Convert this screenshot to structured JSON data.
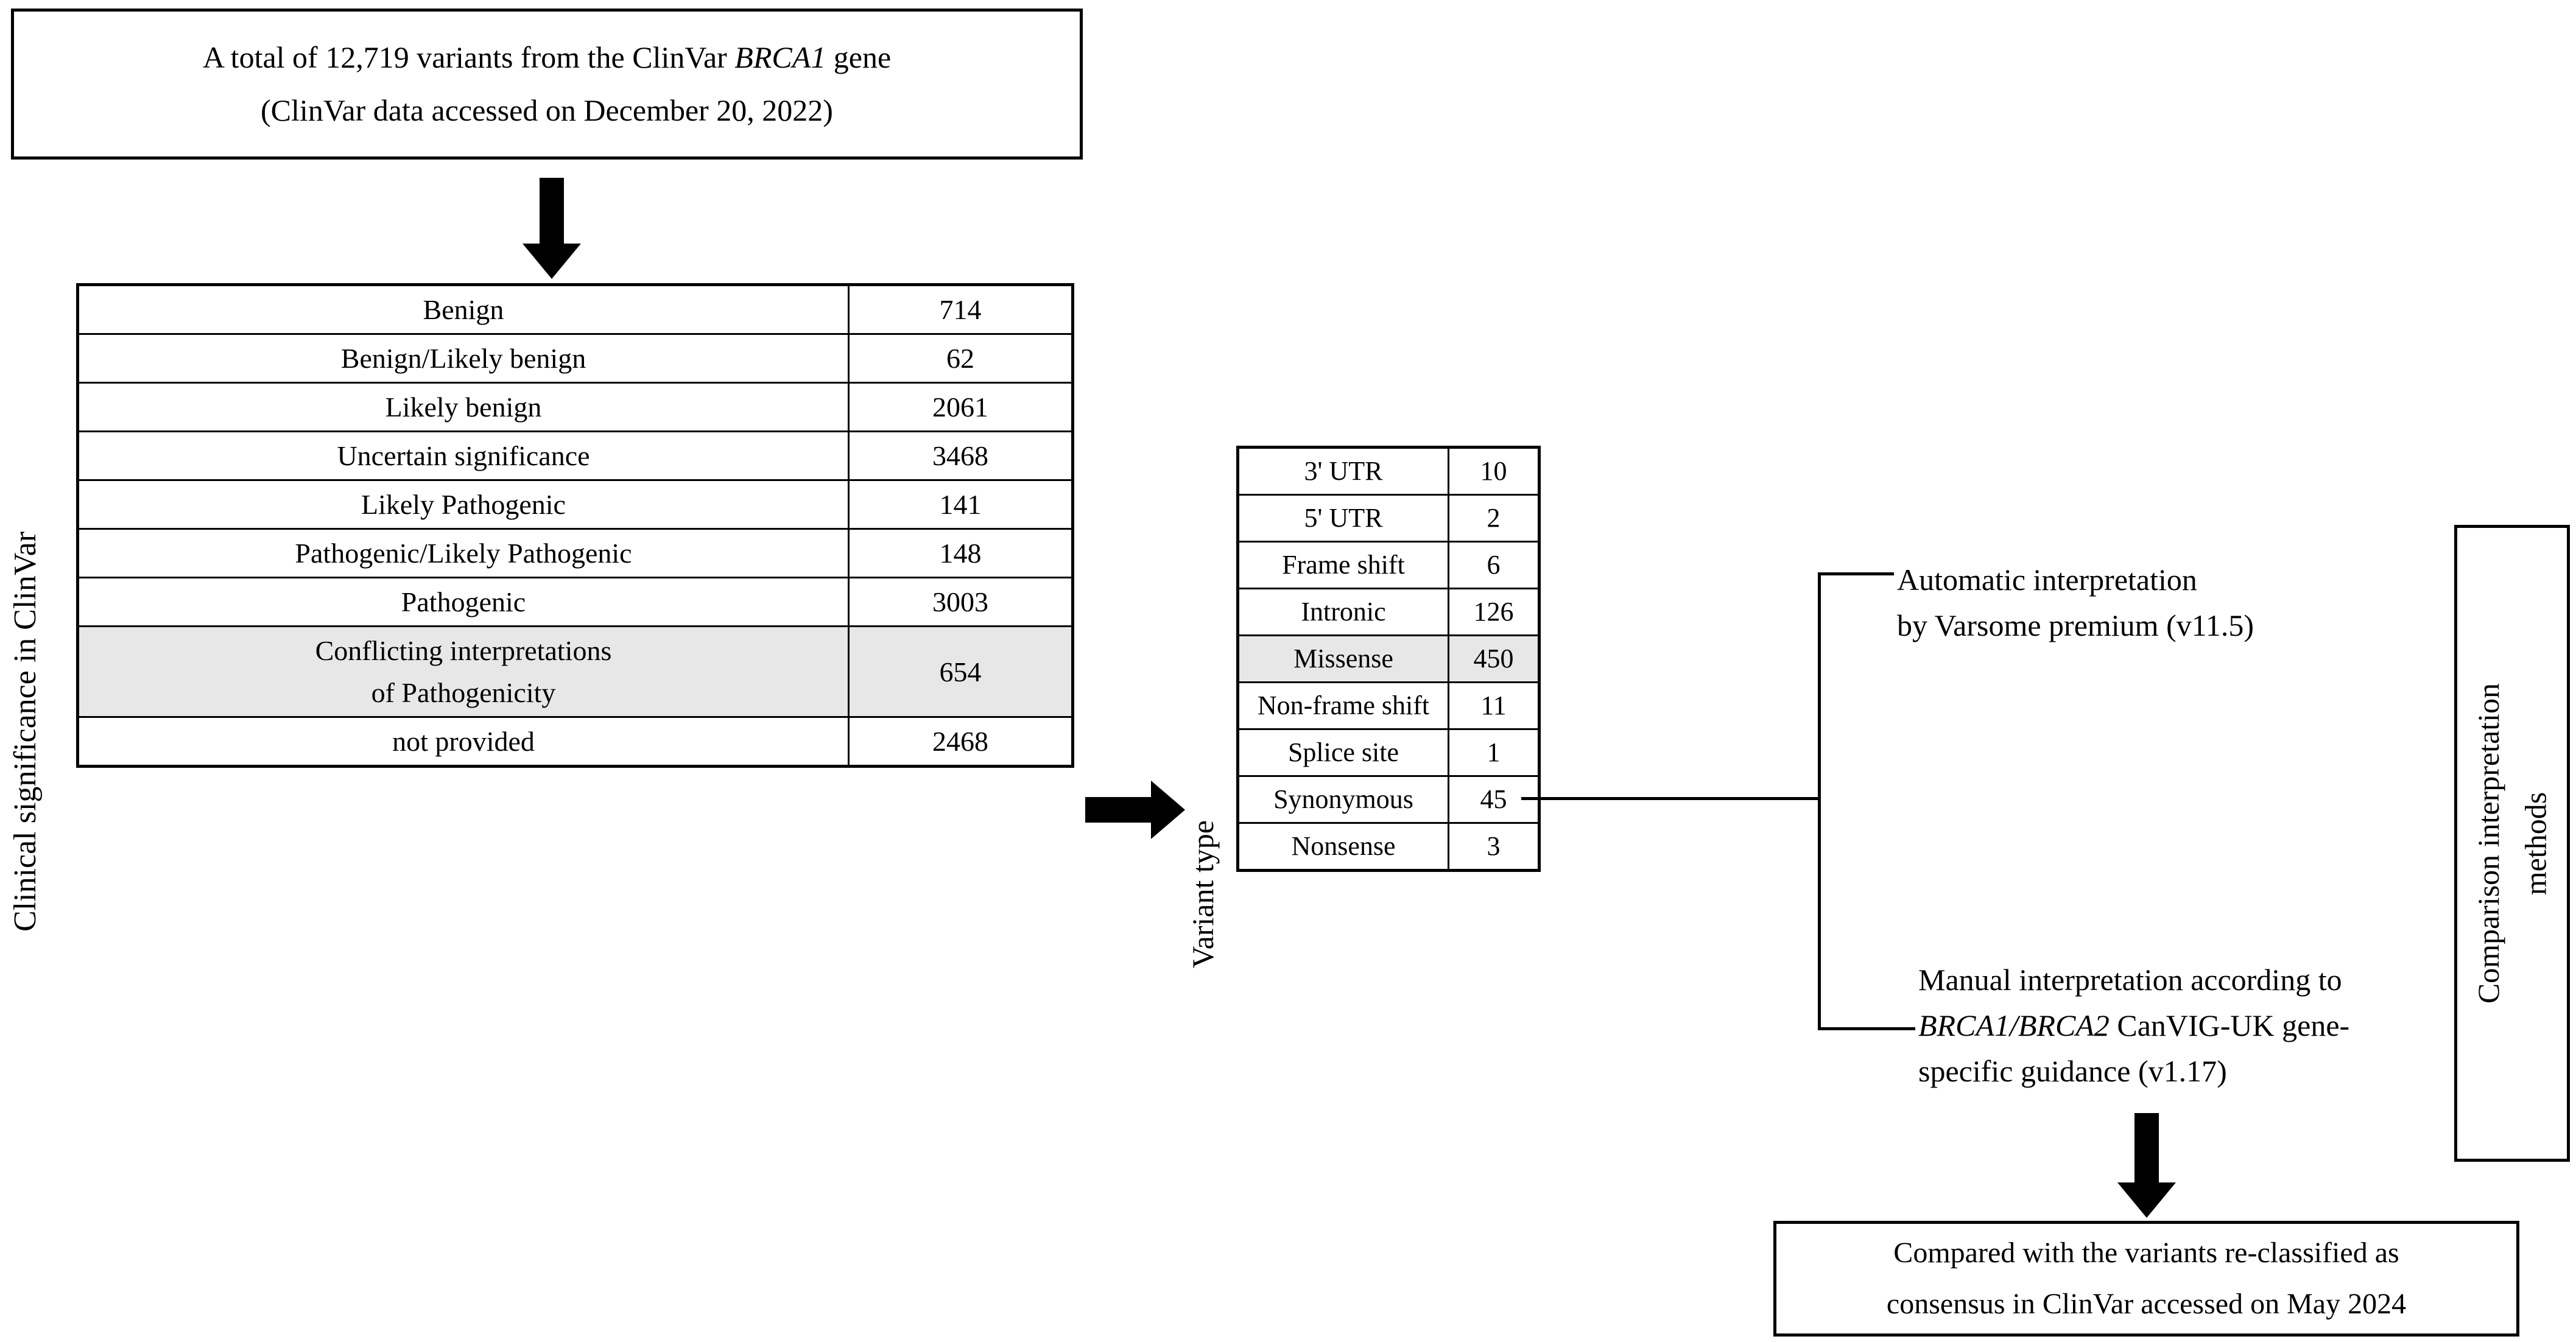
{
  "source_box": {
    "line1_prefix": "A total of 12,719 variants from the ClinVar ",
    "line1_gene": "BRCA1",
    "line1_suffix": " gene",
    "line2": "(ClinVar data accessed on December 20, 2022)"
  },
  "clinical_significance": {
    "axis_label": "Clinical significance in ClinVar",
    "rows": [
      {
        "label": "Benign",
        "count": "714",
        "highlight": false
      },
      {
        "label": "Benign/Likely benign",
        "count": "62",
        "highlight": false
      },
      {
        "label": "Likely benign",
        "count": "2061",
        "highlight": false
      },
      {
        "label": "Uncertain significance",
        "count": "3468",
        "highlight": false
      },
      {
        "label": "Likely Pathogenic",
        "count": "141",
        "highlight": false
      },
      {
        "label": "Pathogenic/Likely Pathogenic",
        "count": "148",
        "highlight": false
      },
      {
        "label": "Pathogenic",
        "count": "3003",
        "highlight": false
      },
      {
        "label": "Conflicting interpretations",
        "label_line2": "of Pathogenicity",
        "count": "654",
        "highlight": true
      },
      {
        "label": "not provided",
        "count": "2468",
        "highlight": false
      }
    ]
  },
  "variant_type": {
    "axis_label": "Variant type",
    "rows": [
      {
        "label": "3' UTR",
        "count": "10",
        "highlight": false
      },
      {
        "label": "5' UTR",
        "count": "2",
        "highlight": false
      },
      {
        "label": "Frame shift",
        "count": "6",
        "highlight": false
      },
      {
        "label": "Intronic",
        "count": "126",
        "highlight": false
      },
      {
        "label": "Missense",
        "count": "450",
        "highlight": true
      },
      {
        "label": "Non-frame shift",
        "count": "11",
        "highlight": false
      },
      {
        "label": "Splice site",
        "count": "1",
        "highlight": false
      },
      {
        "label": "Synonymous",
        "count": "45",
        "highlight": false
      },
      {
        "label": "Nonsense",
        "count": "3",
        "highlight": false
      }
    ]
  },
  "branches": {
    "automatic": {
      "line1": "Automatic interpretation",
      "line2": "by Varsome premium (v11.5)"
    },
    "manual": {
      "line1": "Manual interpretation according to",
      "line2_gene1": "BRCA1",
      "line2_sep": "/",
      "line2_gene2": "BRCA2",
      "line2_rest": " CanVIG-UK gene-",
      "line3": "specific guidance (v1.17)"
    }
  },
  "comparison_box": {
    "line1": "Comparison interpretation",
    "line2": "methods"
  },
  "result_box": {
    "line1": "Compared with the variants re-classified as",
    "line2": "consensus in ClinVar accessed on May 2024"
  },
  "colors": {
    "highlight_row": "#e7e7e7",
    "border": "#000000",
    "background": "#ffffff"
  }
}
